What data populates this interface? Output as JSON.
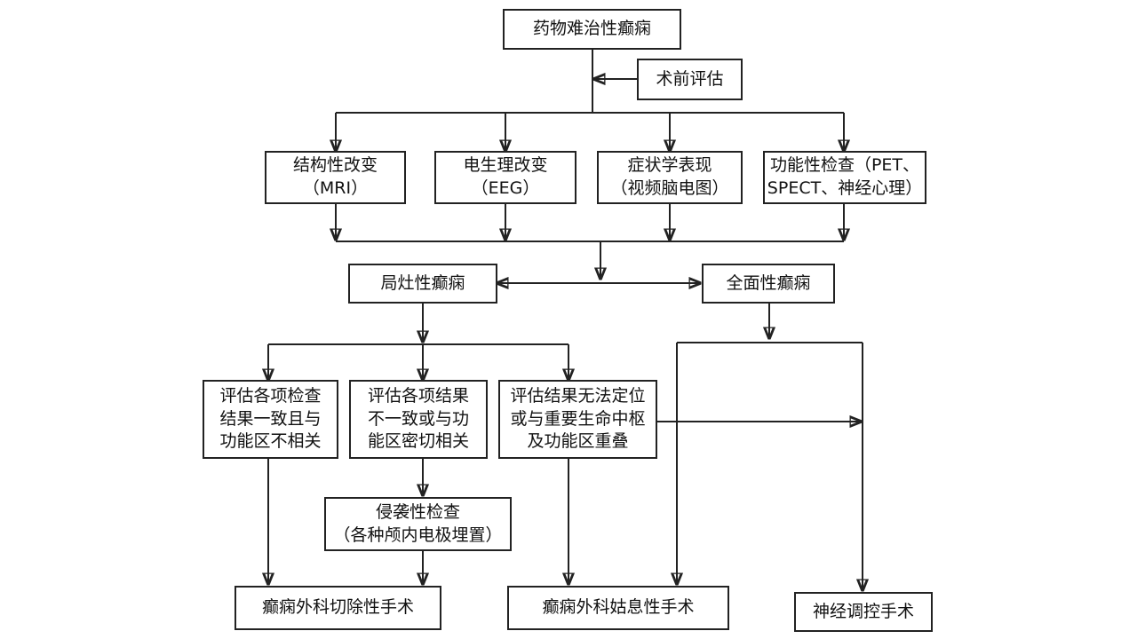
{
  "diagram": {
    "top": "药物难治性癫痫",
    "preop": "术前评估",
    "structural": [
      "结构性改变",
      "（MRI）"
    ],
    "electro": [
      "电生理改变",
      "（EEG）"
    ],
    "symptom": [
      "症状学表现",
      "（视频脑电图）"
    ],
    "functional": [
      "功能性检查（PET、",
      "SPECT、神经心理）"
    ],
    "focal": "局灶性癫痫",
    "generalized": "全面性癫痫",
    "eval_consistent": [
      "评估各项检查",
      "结果一致且与",
      "功能区不相关"
    ],
    "eval_inconsistent": [
      "评估各项结果",
      "不一致或与功",
      "能区密切相关"
    ],
    "eval_unlocalized": [
      "评估结果无法定位",
      "或与重要生命中枢",
      "及功能区重叠"
    ],
    "invasive": [
      "侵袭性检查",
      "（各种颅内电极埋置）"
    ],
    "resection": "癫痫外科切除性手术",
    "palliative": "癫痫外科姑息性手术",
    "neuromod": "神经调控手术"
  }
}
